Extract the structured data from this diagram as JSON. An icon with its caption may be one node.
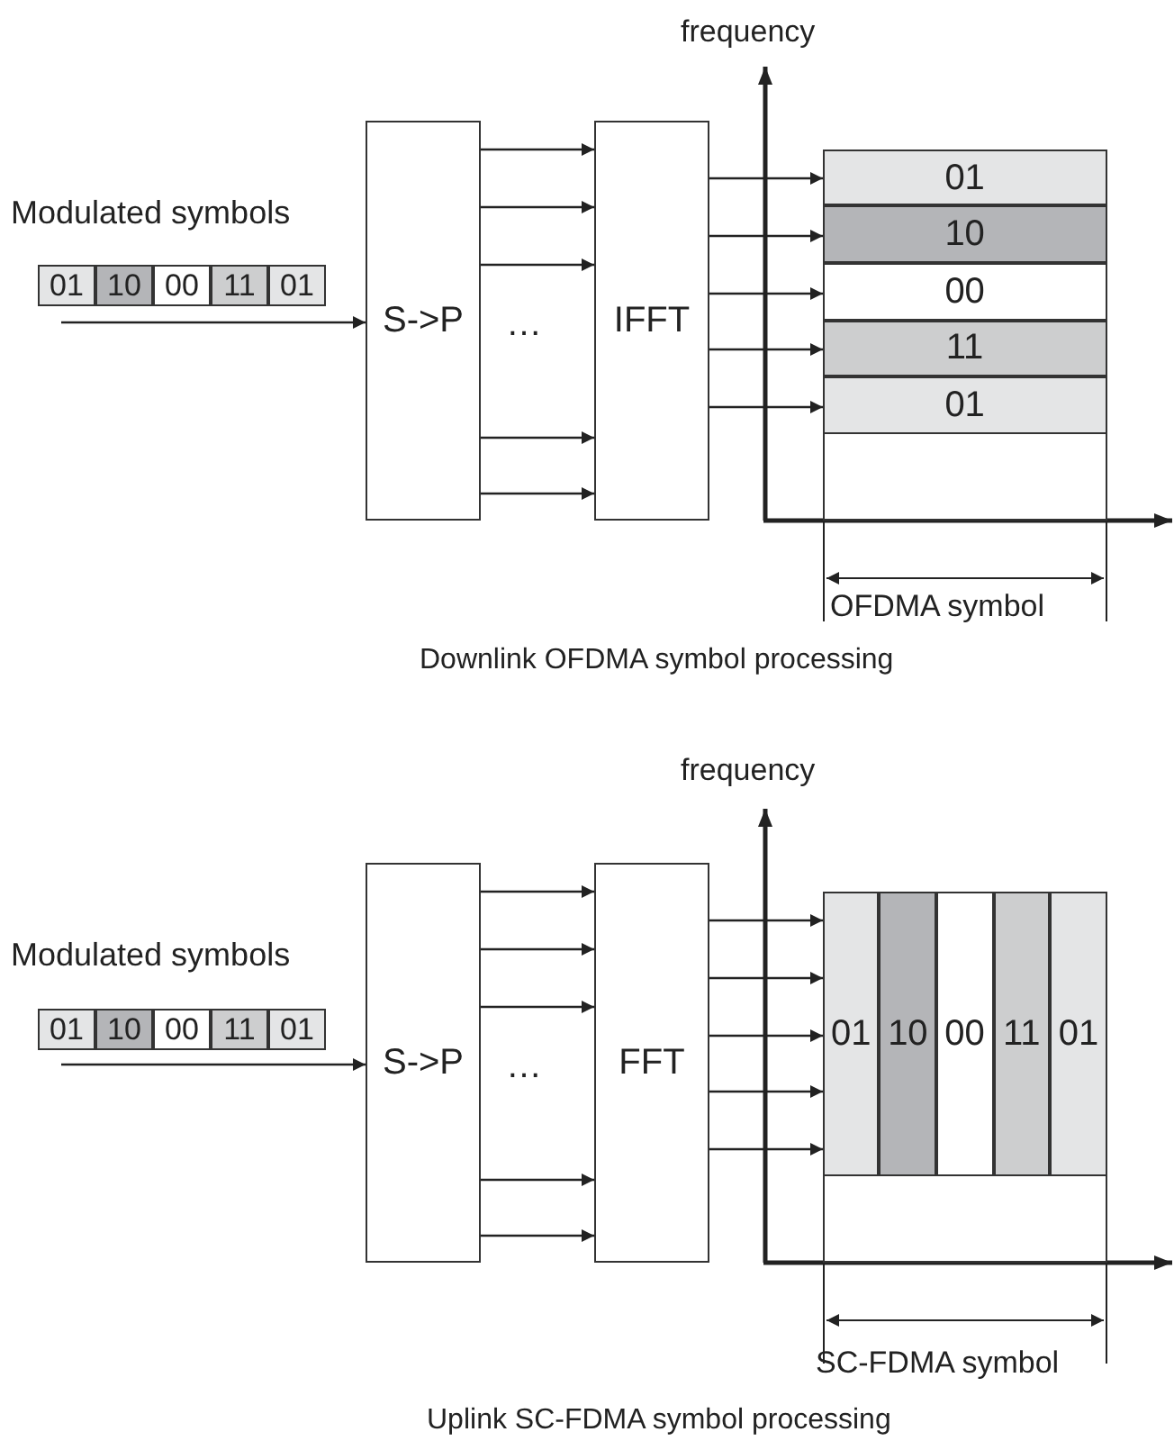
{
  "diagram": {
    "nodes": [
      {
        "text": [
          "01"
        ]
      },
      {
        "text": [
          "10"
        ]
      },
      {
        "text": [
          "00"
        ]
      },
      {
        "text": [
          "11"
        ]
      },
      {
        "text": [
          "01"
        ]
      },
      {
        "text": [
          "S->P"
        ]
      },
      {
        "text": [
          "IFFT"
        ]
      },
      {
        "text": [],
        "shape": "box"
      },
      {
        "text": [
          "01"
        ],
        "in": 7
      },
      {
        "text": [
          "10"
        ],
        "in": 7
      },
      {
        "text": [
          "00"
        ],
        "in": 7
      },
      {
        "text": [
          "11"
        ],
        "in": 7
      },
      {
        "text": [
          "01"
        ],
        "in": 7
      },
      {
        "text": [
          "01"
        ]
      },
      {
        "text": [
          "10"
        ]
      },
      {
        "text": [
          "00"
        ]
      },
      {
        "text": [
          "11"
        ]
      },
      {
        "text": [
          "01"
        ]
      },
      {
        "text": [
          "S->P"
        ]
      },
      {
        "text": [
          "FFT"
        ]
      },
      {
        "text": [],
        "shape": "box"
      },
      {
        "text": [
          "01"
        ],
        "in": 20
      },
      {
        "text": [
          "10"
        ],
        "in": 20
      },
      {
        "text": [
          "00"
        ],
        "in": 20
      },
      {
        "text": [
          "11"
        ],
        "in": 20
      },
      {
        "text": [
          "01"
        ],
        "in": 20
      }
    ],
    "edges": [
      {
        "from": 0,
        "to": 5,
        "arrow": "to"
      },
      {
        "from": 5,
        "to": 6,
        "arrow": "to"
      },
      {
        "from": 5,
        "to": 6,
        "arrow": "to"
      },
      {
        "from": 5,
        "to": 6,
        "arrow": "to"
      },
      {
        "from": 5,
        "to": 6,
        "arrow": "to"
      },
      {
        "from": 5,
        "to": 6,
        "arrow": "to"
      },
      {
        "from": 6,
        "to": 8,
        "arrow": "to"
      },
      {
        "from": 6,
        "to": 9,
        "arrow": "to"
      },
      {
        "from": 6,
        "to": 10,
        "arrow": "to"
      },
      {
        "from": 6,
        "to": 11,
        "arrow": "to"
      },
      {
        "from": 6,
        "to": 12,
        "arrow": "to"
      },
      {
        "from": 13,
        "to": 18,
        "arrow": "to"
      },
      {
        "from": 18,
        "to": 19,
        "arrow": "to"
      },
      {
        "from": 18,
        "to": 19,
        "arrow": "to"
      },
      {
        "from": 18,
        "to": 19,
        "arrow": "to"
      },
      {
        "from": 18,
        "to": 19,
        "arrow": "to"
      },
      {
        "from": 18,
        "to": 19,
        "arrow": "to"
      },
      {
        "from": 19,
        "to": 20,
        "arrow": "to"
      },
      {
        "from": 19,
        "to": 20,
        "arrow": "to"
      },
      {
        "from": 19,
        "to": 20,
        "arrow": "to"
      },
      {
        "from": 19,
        "to": 20,
        "arrow": "to"
      },
      {
        "from": 19,
        "to": 20,
        "arrow": "to"
      }
    ],
    "labels": [
      "frequency",
      "Modulated symbols",
      "…",
      "OFDMA symbol",
      "Downlink OFDMA symbol processing",
      "frequency",
      "Modulated symbols",
      "…",
      "SC-FDMA symbol",
      "Uplink SC-FDMA symbol processing"
    ]
  }
}
